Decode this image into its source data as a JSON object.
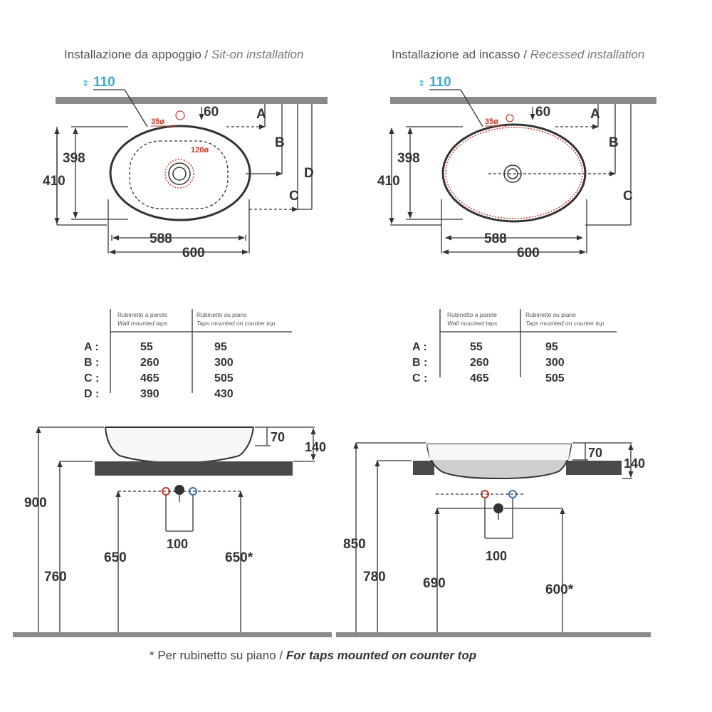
{
  "titles": {
    "left_it": "Installazione da appoggio / ",
    "left_en": "Sit-on installation",
    "right_it": "Installazione ad incasso / ",
    "right_en": "Recessed installation"
  },
  "top_views": {
    "depth_label": "110",
    "red_label_small": "35ø",
    "red_label_drain": "120ø",
    "tap_dim": "60",
    "d398": "398",
    "d410": "410",
    "d588": "588",
    "d600": "600",
    "letters": {
      "a": "A",
      "b": "B",
      "c": "C",
      "d": "D"
    }
  },
  "tables": {
    "col1_it": "Rubinetto a parete",
    "col1_en": "Wall mounted taps",
    "col2_it": "Rubinetto su piano",
    "col2_en": "Taps mounted on counter top",
    "left_rows": [
      {
        "label": "A :",
        "wall": "55",
        "counter": "95"
      },
      {
        "label": "B :",
        "wall": "260",
        "counter": "300"
      },
      {
        "label": "C :",
        "wall": "465",
        "counter": "505"
      },
      {
        "label": "D :",
        "wall": "390",
        "counter": "430"
      }
    ],
    "right_rows": [
      {
        "label": "A :",
        "wall": "55",
        "counter": "95"
      },
      {
        "label": "B :",
        "wall": "260",
        "counter": "300"
      },
      {
        "label": "C :",
        "wall": "465",
        "counter": "505"
      }
    ]
  },
  "side_views": {
    "left": {
      "d70": "70",
      "d140": "140",
      "d900": "900",
      "d760": "760",
      "d650": "650",
      "d100": "100",
      "d650s": "650*"
    },
    "right": {
      "d70": "70",
      "d140": "140",
      "d850": "850",
      "d780": "780",
      "d690": "690",
      "d100": "100",
      "d600s": "600*"
    }
  },
  "footnote": {
    "it": "* Per rubinetto su piano / ",
    "en": "For taps mounted on counter top"
  },
  "colors": {
    "counter": "#8a8a8a",
    "counter_dark": "#4a4a4a",
    "cyan": "#3aa8c9",
    "red": "#c0392b",
    "blue": "#3a6fb5"
  }
}
